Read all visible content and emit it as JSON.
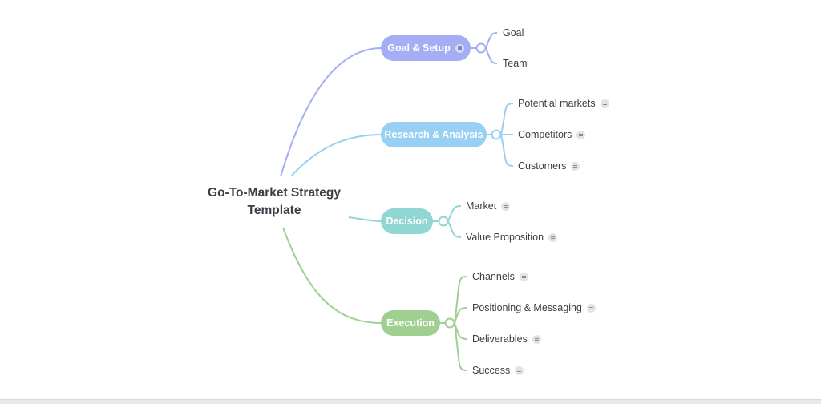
{
  "root": {
    "title_line1": "Go-To-Market Strategy",
    "title_line2": "Template"
  },
  "branches": [
    {
      "label": "Goal & Setup",
      "color": "#a3aef5",
      "has_note": true,
      "children": [
        {
          "label": "Goal",
          "comment": false
        },
        {
          "label": "Team",
          "comment": false
        }
      ]
    },
    {
      "label": "Research & Analysis",
      "color": "#97d0f3",
      "has_note": false,
      "children": [
        {
          "label": "Potential markets",
          "comment": true
        },
        {
          "label": "Competitors",
          "comment": true
        },
        {
          "label": "Customers",
          "comment": true
        }
      ]
    },
    {
      "label": "Decision",
      "color": "#90d6d3",
      "has_note": false,
      "children": [
        {
          "label": "Market",
          "comment": true
        },
        {
          "label": "Value Proposition",
          "comment": true
        }
      ]
    },
    {
      "label": "Execution",
      "color": "#9fcf91",
      "has_note": false,
      "children": [
        {
          "label": "Channels",
          "comment": true
        },
        {
          "label": "Positioning & Messaging",
          "comment": true
        },
        {
          "label": "Deliverables",
          "comment": true
        },
        {
          "label": "Success",
          "comment": true
        }
      ]
    }
  ]
}
